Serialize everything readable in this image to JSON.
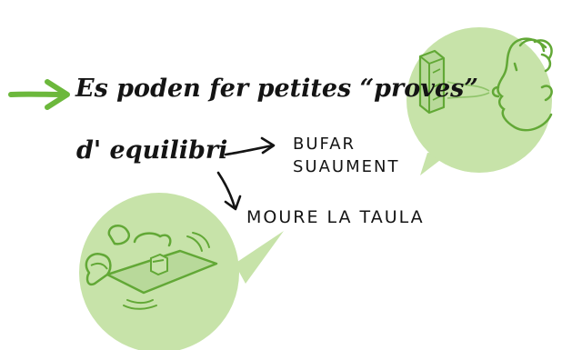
{
  "intro_text": "Es poden fer petites “proves”",
  "intro_text_2": "d' equilibri",
  "option_blow": {
    "line1": "BUFAR",
    "line2": "SUAUMENT"
  },
  "option_move": {
    "label": "MOURE LA TAULA"
  },
  "colors": {
    "green_bubble": "#c7e3a9",
    "green_line": "#62a836",
    "arrow_green": "#6cb83c",
    "ink": "#141414"
  },
  "icons": [
    "arrow-right-icon",
    "blowing-face-icon",
    "table-shaking-icon"
  ]
}
